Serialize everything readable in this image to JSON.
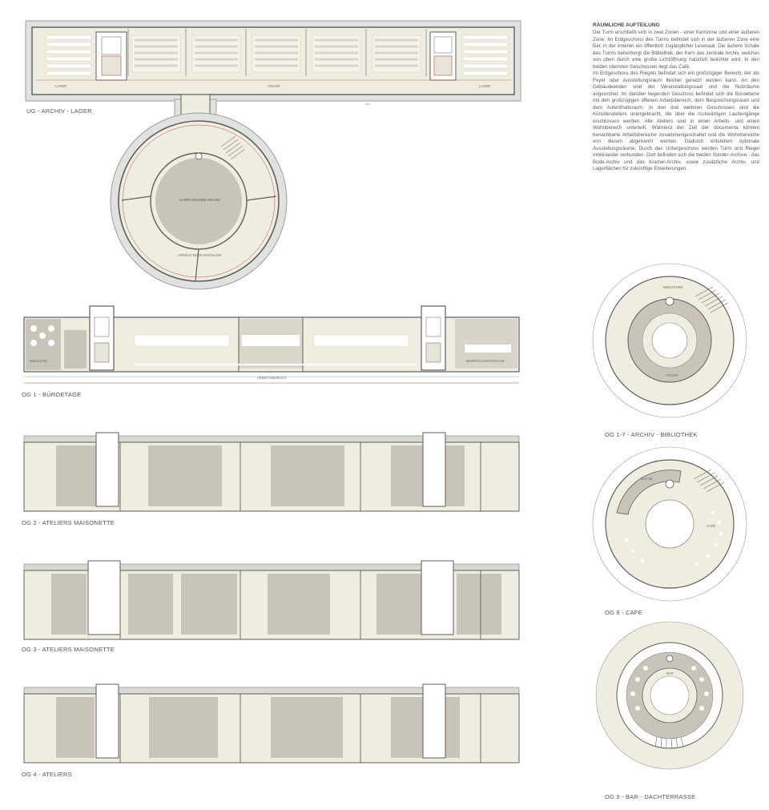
{
  "description": {
    "title": "RÄUMLICHE AUFTEILUNG",
    "paragraph1": "Der Turm erschließt sich in zwei Zonen - einer Kernzone und einer äußeren Zone. Im Erdgeschoss des Turms befindet sich in der äußeren Zone eine Bar, in der inneren ein öffentlich zugänglicher Lesesaal. Die äußere Schale des Turms beherbergt die Bibliothek, der Kern das zentrale Archiv, welches von oben durch eine große Lichtöffnung natürlich belichtet wird. In den beiden obersten Geschossen liegt das Café.",
    "paragraph2": "Im Erdgeschoss des Riegels befindet sich ein großzügiger Bereich, der als Foyer oder Ausstellungsraum flexibel genutzt werden kann. An den Gebäudeenden sind der Veranstaltungssaal und die Nutzräume angeordnet. Im darüber liegenden Geschoss befindet sich die Büroebene mit den großzügigen offenen Arbeitsbereich, dem Besprechungsraum und dem Aufenthaltsraum. In den drei weiteren Geschossen sind die Künstlerateliers untergebracht, die über die rückwärtigen Laubengänge erschlossen werden. Alle Ateliers sind in einen Arbeits- und einen Wohnbereich unterteilt. Während der Zeit der documenta können benachbarte Arbeitsbereiche zusammengeschaltet und die Wohnbereiche von diesen abgetrennt werden. Dadurch entstehen optionale Ausstellungsräume. Durch das Untergeschoss werden Turm und Riegel miteinander verbunden. Dort befinden sich die beiden Sonder-Archive - das Bode-Archiv und das Kramer-Archiv, sowie zusätzliche Archiv- und Lagerflächen für zukünftige Erweiterungen."
  },
  "plans": {
    "ug": {
      "caption": "UG - ARCHIV - LAGER",
      "lager_left": "LAGER",
      "archiv": "ARCHIV",
      "lager_right": "LAGER",
      "kraemer": "HARRY-KRAMER-ARCHIV",
      "bode": "ARNOLD-BODE-NACHLASS"
    },
    "og1": {
      "caption": "OG 1 - BÜROETAGE",
      "teekueche": "TEEKÜCHE",
      "arbeitsbereich": "ARBEITSBEREICH",
      "besprechung": "BESPRECHUNGSRAUM"
    },
    "og2": {
      "caption": "OG 2 - ATELIERS MAISONETTE"
    },
    "og3": {
      "caption": "OG 3 - ATELIERS MAISONETTE"
    },
    "og4": {
      "caption": "OG 4 - ATELIERS"
    },
    "tower1": {
      "caption": "OG 1-7 - ARCHIV - BIBLIOTHEK",
      "bibliothek": "BIBLIOTHEK",
      "archiv": "ARCHIV"
    },
    "tower8": {
      "caption": "OG 8 - CAFE",
      "kueche": "KÜCHE",
      "cafe": "CAFE"
    },
    "tower9": {
      "caption": "OG 9 - BAR - DACHTERRASSE",
      "bar": "BAR"
    }
  },
  "colors": {
    "cream": "#efece0",
    "grey_room": "#c9c4ba",
    "wall": "#6d6d6d",
    "hatch": "#c8cdc8",
    "accent_red": "#c0392b"
  }
}
